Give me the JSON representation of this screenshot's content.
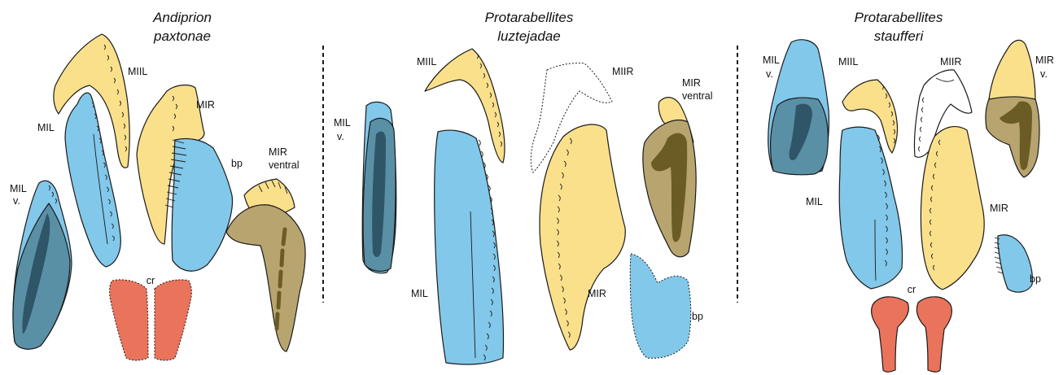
{
  "colors": {
    "blue": "#82c8ea",
    "blue_dark_fill": "#5a90a6",
    "blue_inner": "#2f5568",
    "yellow": "#fbe08c",
    "olive": "#b8a46e",
    "olive_inner": "#6b5c25",
    "red": "#e9735b",
    "outline": "#1a1a1a"
  },
  "panels": [
    {
      "title_line1": "Andiprion",
      "title_line2": "paxtonae",
      "labels": {
        "miil": "MIIL",
        "mil": "MIL",
        "mil_v_1": "MIL",
        "mil_v_2": "v.",
        "mir": "MIR",
        "bp": "bp",
        "mir_ventral_1": "MIR",
        "mir_ventral_2": "ventral",
        "cr": "cr"
      }
    },
    {
      "title_line1": "Protarabellites",
      "title_line2": "luztejadae",
      "labels": {
        "miil": "MIIL",
        "miir": "MIIR",
        "mil_v_1": "MIL",
        "mil_v_2": "v.",
        "mir_ventral_1": "MIR",
        "mir_ventral_2": "ventral",
        "mil": "MIL",
        "mir": "MIR",
        "bp": "bp"
      }
    },
    {
      "title_line1": "Protarabellites",
      "title_line2": "staufferi",
      "labels": {
        "mil_v_1": "MIL",
        "mil_v_2": "v.",
        "miil": "MIIL",
        "miir": "MIIR",
        "mir_v_1": "MIR",
        "mir_v_2": "v.",
        "mil": "MIL",
        "mir": "MIR",
        "bp": "bp",
        "cr": "cr"
      }
    }
  ]
}
